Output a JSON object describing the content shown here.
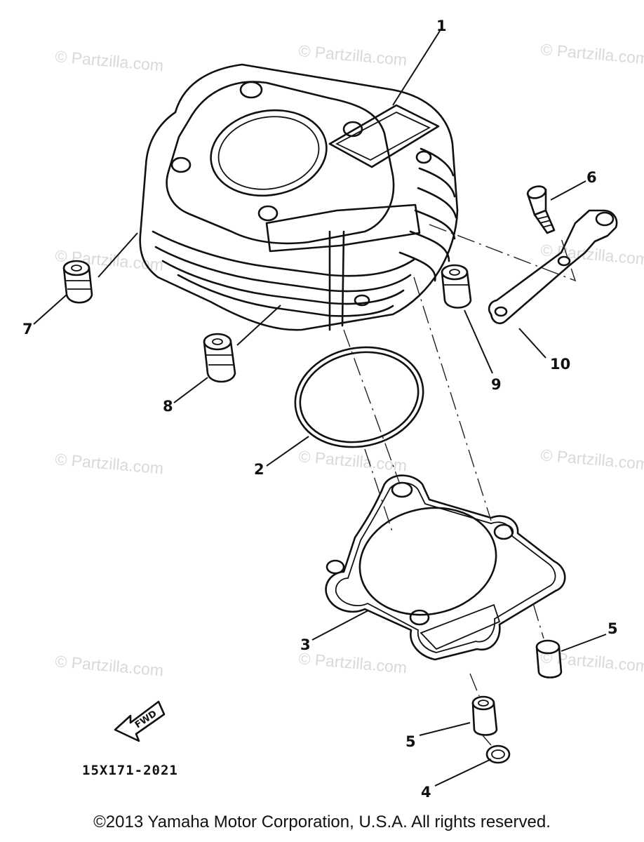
{
  "watermark": "© Partzilla.com",
  "callouts": [
    "1",
    "2",
    "3",
    "4",
    "5",
    "5",
    "6",
    "7",
    "8",
    "9",
    "10"
  ],
  "fwd_label": "FWD",
  "drawing_code": "15X171-2021",
  "copyright": "©2013  Yamaha Motor Corporation, U.S.A. All rights reserved."
}
